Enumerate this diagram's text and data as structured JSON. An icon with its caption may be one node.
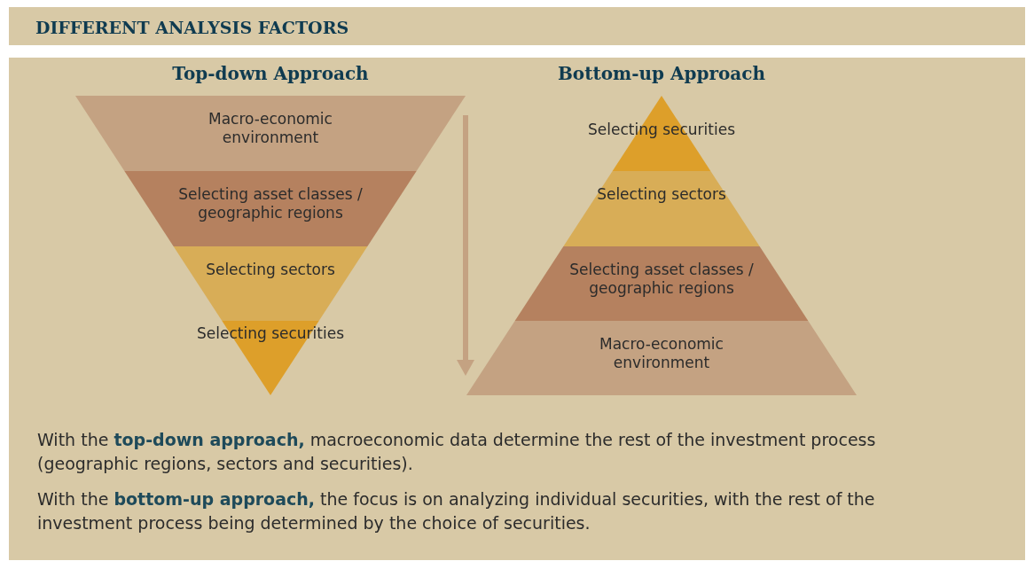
{
  "diagram": {
    "title": "DIFFERENT ANALYSIS FACTORS",
    "nodes": [
      {
        "text": [
          "Top-down Approach"
        ]
      },
      {
        "text": [
          "Macro-economic environment"
        ],
        "in": 0
      },
      {
        "text": [
          "Selecting asset classes / geographic regions"
        ],
        "in": 0
      },
      {
        "text": [
          "Selecting sectors"
        ],
        "in": 0
      },
      {
        "text": [
          "Selecting securities"
        ],
        "in": 0
      },
      {
        "text": [
          "Bottom-up Approach"
        ]
      },
      {
        "text": [
          "Selecting securities"
        ],
        "in": 5
      },
      {
        "text": [
          "Selecting sectors"
        ],
        "in": 5
      },
      {
        "text": [
          "Selecting asset classes / geographic regions"
        ],
        "in": 5
      },
      {
        "text": [
          "Macro-economic environment"
        ],
        "in": 5
      }
    ],
    "edges": [],
    "labels": [
      "With the **top-down approach,** macroeconomic data determine the rest of the investment process (geographic regions, sectors and securities).",
      "With the **bottom-up approach,** the focus is on analyzing individual securities, with the rest of the investment process being determined by the choice of securities."
    ]
  }
}
